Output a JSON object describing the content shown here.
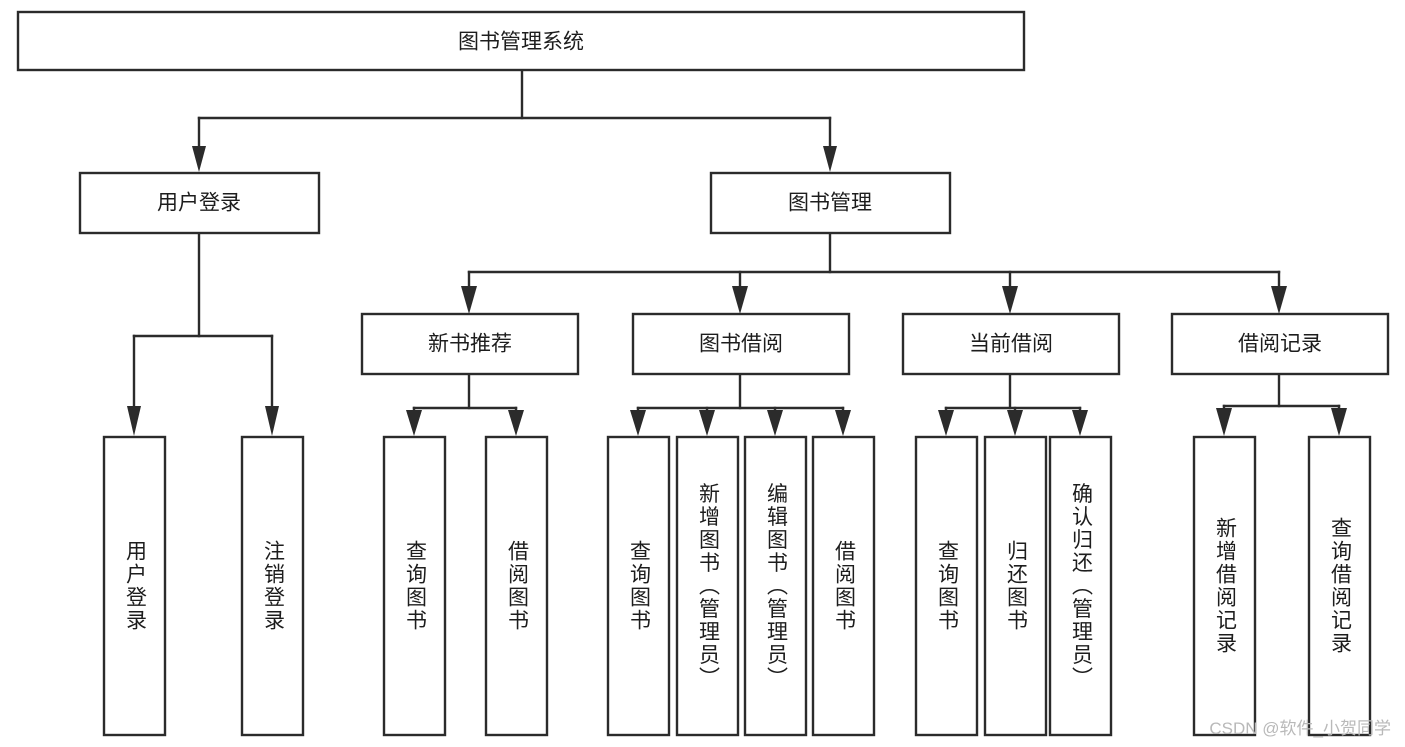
{
  "diagram": {
    "title": "图书管理系统",
    "type": "tree",
    "watermark": "CSDN @软件_小贺同学",
    "colors": {
      "box_stroke": "#2b2b2b",
      "box_fill": "#ffffff",
      "connector": "#2b2b2b",
      "label": "#1d1d1d",
      "watermark": "#b9b9b9",
      "canvas": "#ffffff"
    },
    "root": {
      "label": "图书管理系统"
    },
    "level2": [
      {
        "label": "用户登录"
      },
      {
        "label": "图书管理"
      }
    ],
    "level3": [
      {
        "label": "新书推荐"
      },
      {
        "label": "图书借阅"
      },
      {
        "label": "当前借阅"
      },
      {
        "label": "借阅记录"
      }
    ],
    "leaves": {
      "user_login": [
        {
          "label": "用户登录"
        },
        {
          "label": "注销登录"
        }
      ],
      "new_book_recommend": [
        {
          "label": "查询图书"
        },
        {
          "label": "借阅图书"
        }
      ],
      "book_borrow": [
        {
          "label": "查询图书"
        },
        {
          "label": "新增图书（管理员）"
        },
        {
          "label": "编辑图书（管理员）"
        },
        {
          "label": "借阅图书"
        }
      ],
      "current_borrow": [
        {
          "label": "查询图书"
        },
        {
          "label": "归还图书"
        },
        {
          "label": "确认归还（管理员）"
        }
      ],
      "borrow_record": [
        {
          "label": "新增借阅记录"
        },
        {
          "label": "查询借阅记录"
        }
      ]
    }
  }
}
